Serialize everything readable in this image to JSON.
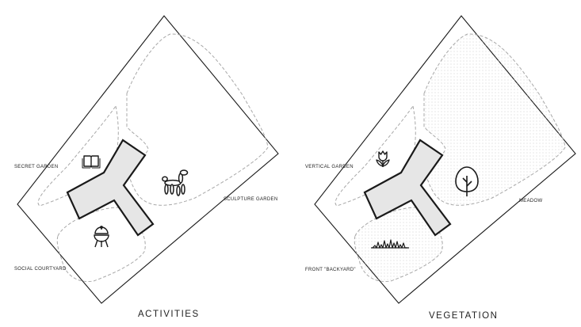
{
  "colors": {
    "outline": "#1a1a1a",
    "dashed": "#a8a8a8",
    "building_fill": "#e6e6e6",
    "zone_fill": "#f2f2f2",
    "stipple": "#c8c8c8",
    "background": "#ffffff"
  },
  "activities": {
    "title": "ACTIVITIES",
    "labels": {
      "secret_garden": "SECRET GARDEN",
      "sculpture_garden": "SCULPTURE GARDEN",
      "social_courtyard": "SOCIAL COURTYARD"
    },
    "icons": [
      "book-icon",
      "balloon-dog-icon",
      "grill-icon"
    ]
  },
  "vegetation": {
    "title": "VEGETATION",
    "labels": {
      "vertical_garden": "VERTICAL GARDEN",
      "meadow": "MEADOW",
      "front_backyard": "FRONT \"BACKYARD\""
    },
    "icons": [
      "tulip-icon",
      "tree-icon",
      "grass-icon"
    ]
  }
}
